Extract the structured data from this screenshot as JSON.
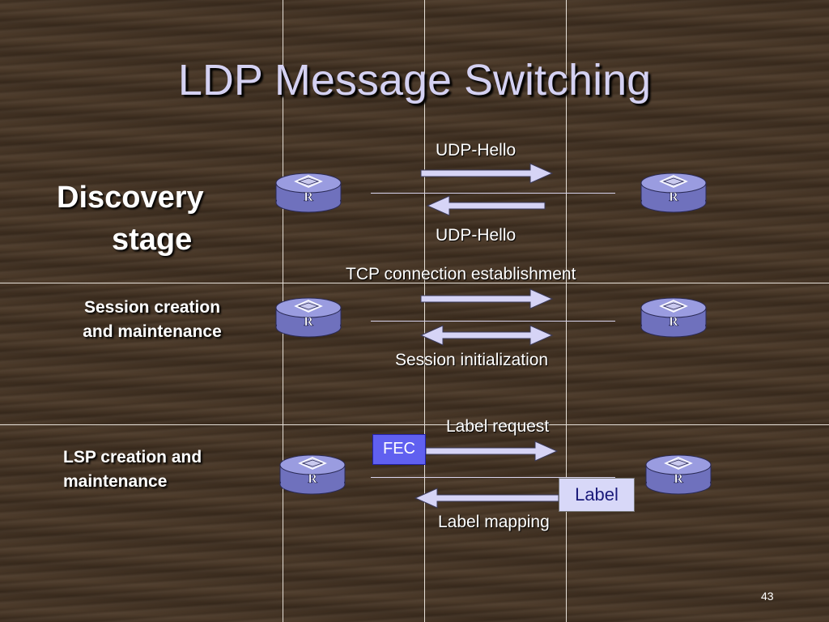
{
  "slide": {
    "title": "LDP Message Switching",
    "page_number": "43"
  },
  "stages": {
    "discovery": {
      "line1": "Discovery",
      "line2": "stage"
    },
    "session": {
      "line1": "Session creation",
      "line2": "and maintenance"
    },
    "lsp": {
      "line1": "LSP creation and",
      "line2": "maintenance"
    }
  },
  "messages": {
    "udp_hello_1": "UDP-Hello",
    "udp_hello_2": "UDP-Hello",
    "tcp_connection": "TCP connection establishment",
    "session_init": "Session initialization",
    "label_request": "Label request",
    "label_mapping": "Label mapping"
  },
  "boxes": {
    "fec": "FEC",
    "label": "Label"
  },
  "router_label": "R",
  "colors": {
    "arrow": "#d6d4f6",
    "title": "#d4d1f2",
    "router_body": "#7d7fc8",
    "fec_box": "#6060f0",
    "label_box": "#d8d8f8"
  }
}
